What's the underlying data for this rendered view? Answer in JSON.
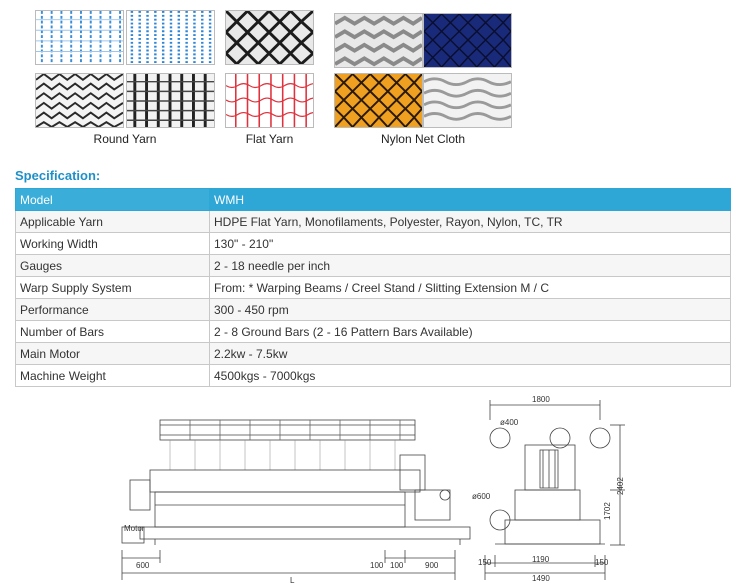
{
  "samples": {
    "round_yarn_caption": "Round Yarn",
    "flat_yarn_caption": "Flat Yarn",
    "nylon_caption": "Nylon Net Cloth"
  },
  "spec": {
    "title": "Specification:",
    "rows": [
      {
        "label": "Model",
        "value": "WMH"
      },
      {
        "label": "Applicable Yarn",
        "value": "HDPE Flat Yarn, Monofilaments, Polyester, Rayon, Nylon, TC, TR"
      },
      {
        "label": "Working Width",
        "value": "130\" - 210\""
      },
      {
        "label": "Gauges",
        "value": "2 - 18 needle per inch"
      },
      {
        "label": "Warp Supply System",
        "value": "From: * Warping Beams / Creel Stand / Slitting Extension M / C"
      },
      {
        "label": "Performance",
        "value": "300 - 450 rpm"
      },
      {
        "label": "Number of Bars",
        "value": "2 - 8 Ground Bars (2 - 16 Pattern Bars Available)"
      },
      {
        "label": "Main Motor",
        "value": "2.2kw - 7.5kw"
      },
      {
        "label": "Machine Weight",
        "value": "4500kgs - 7000kgs"
      }
    ]
  },
  "drawing": {
    "motor_label": "Motor",
    "dims": {
      "d600": "600",
      "d100a": "100",
      "d100b": "100",
      "d900": "900",
      "dL": "L",
      "d1800": "1800",
      "d400": "ø400",
      "d600c": "ø600",
      "d150a": "150",
      "d1190": "1190",
      "d150b": "150",
      "d1490": "1490",
      "d2402": "2402",
      "d1702": "1702"
    }
  }
}
